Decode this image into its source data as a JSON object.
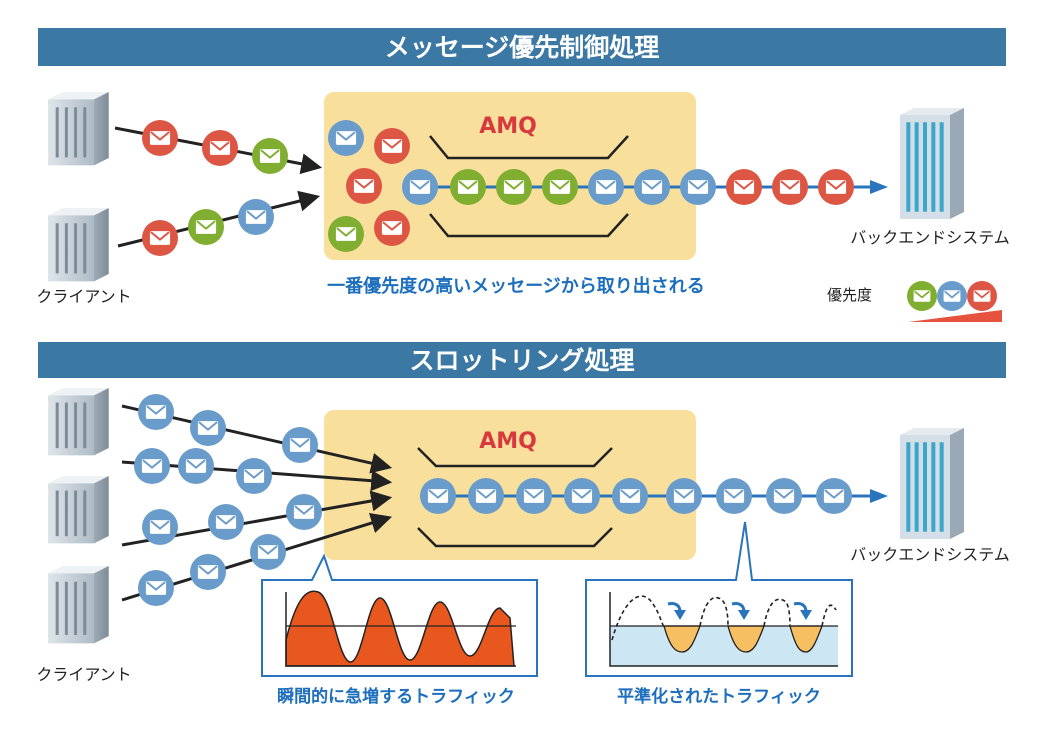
{
  "colors": {
    "banner": "#3c78a4",
    "amq_box": "#f8df9c",
    "amq_title": "#d8393f",
    "red_msg": "#dd5644",
    "blue_msg": "#6a9ccb",
    "green_msg": "#7fae30",
    "caption_blue": "#1d6fbd",
    "spike_fill": "#e8571e",
    "smooth_fill": "#f6bf61",
    "smooth_bg": "#cce6f4"
  },
  "icons": {
    "server": "server-icon",
    "message": "envelope-icon",
    "arrow": "arrow-icon"
  },
  "priority": {
    "banner_title": "メッセージ優先制御処理",
    "queue_label": "AMQ",
    "client_label": "クライアント",
    "backend_label": "バックエンドシステム",
    "caption": "一番優先度の高いメッセージから取り出される",
    "legend_label": "優先度",
    "legend_order": [
      "green",
      "blue",
      "red"
    ]
  },
  "throttling": {
    "banner_title": "スロットリング処理",
    "queue_label": "AMQ",
    "client_label": "クライアント",
    "backend_label": "バックエンドシステム",
    "spike_caption": "瞬間的に急増するトラフィック",
    "smooth_caption": "平準化されたトラフィック"
  }
}
